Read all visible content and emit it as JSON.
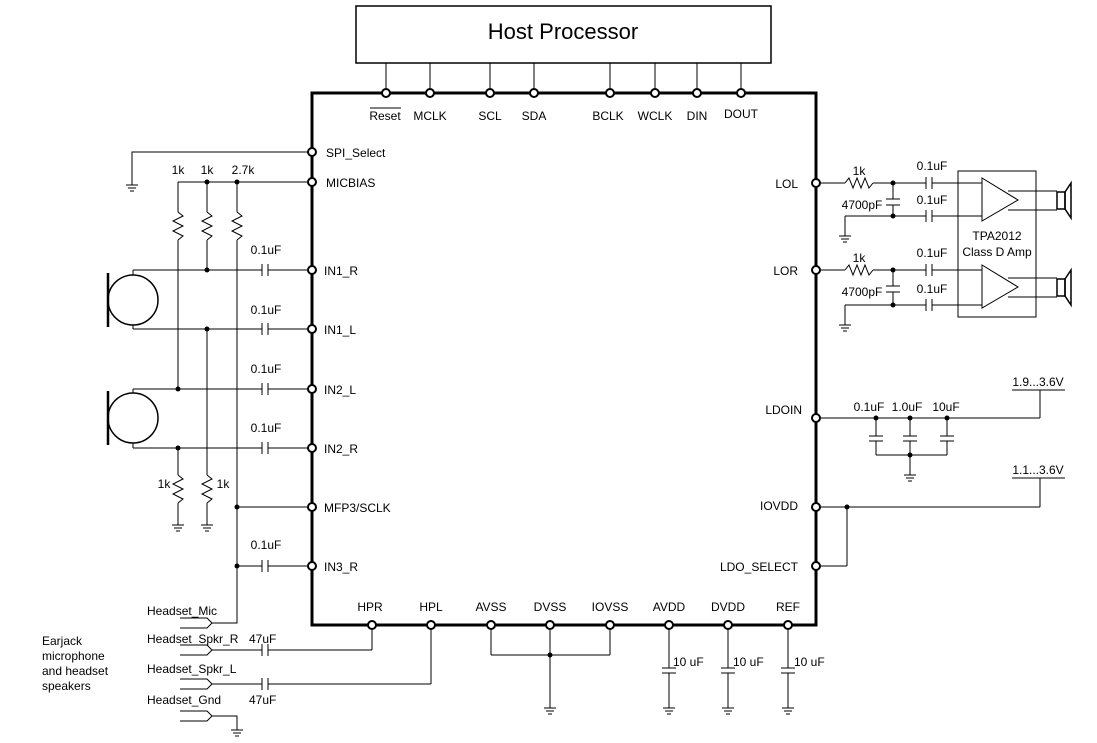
{
  "host": {
    "title": "Host Processor"
  },
  "top_pins": [
    "Reset",
    "MCLK",
    "SCL",
    "SDA",
    "BCLK",
    "WCLK",
    "DIN",
    "DOUT"
  ],
  "left_pins": [
    "SPI_Select",
    "MICBIAS",
    "IN1_R",
    "IN1_L",
    "IN2_L",
    "IN2_R",
    "MFP3/SCLK",
    "IN3_R"
  ],
  "right_pins": [
    "LOL",
    "LOR",
    "LDOIN",
    "IOVDD",
    "LDO_SELECT"
  ],
  "bottom_pins": [
    "HPR",
    "HPL",
    "AVSS",
    "DVSS",
    "IOVSS",
    "AVDD",
    "DVDD",
    "REF"
  ],
  "components": {
    "r_top": [
      "1k",
      "1k",
      "2.7k"
    ],
    "r_bottom": [
      "1k",
      "1k"
    ],
    "c_inputs": [
      "0.1uF",
      "0.1uF",
      "0.1uF",
      "0.1uF",
      "0.1uF"
    ],
    "lo_r": [
      "1k",
      "1k"
    ],
    "lo_c_shunt": [
      "4700pF",
      "4700pF"
    ],
    "lo_c_series": [
      "0.1uF",
      "0.1uF",
      "0.1uF",
      "0.1uF"
    ],
    "ldo_caps": [
      "0.1uF",
      "1.0uF",
      "10uF"
    ],
    "bottom_caps": [
      "10 uF",
      "10 uF",
      "10 uF"
    ],
    "hp_caps": [
      "47uF",
      "47uF"
    ]
  },
  "amp": {
    "name": "TPA2012",
    "desc": "Class D Amp"
  },
  "supplies": {
    "ldoin": "1.9...3.6V",
    "iovdd": "1.1...3.6V"
  },
  "headset": [
    "Headset_Mic",
    "Headset_Spkr_R",
    "Headset_Spkr_L",
    "Headset_Gnd"
  ],
  "earjack_note": [
    "Earjack",
    "microphone",
    "and headset",
    "speakers"
  ]
}
